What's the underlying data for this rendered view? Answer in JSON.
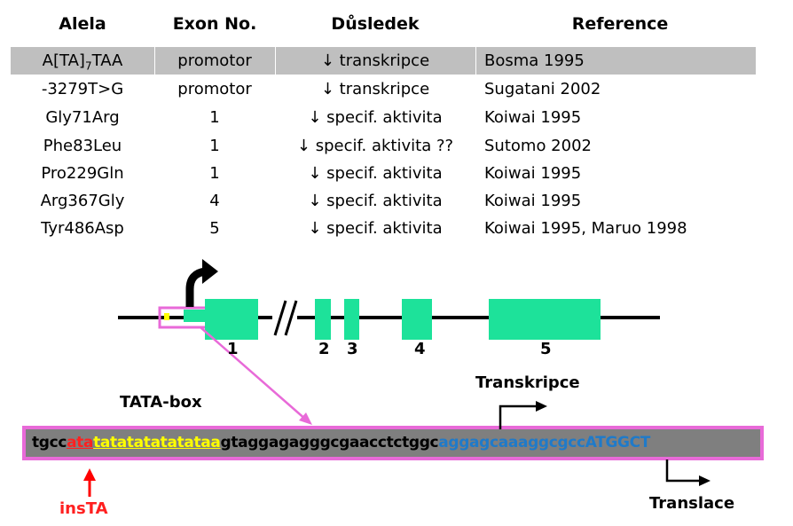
{
  "table": {
    "headers": [
      "Alela",
      "Exon No.",
      "Důsledek",
      "Reference"
    ],
    "rows": [
      {
        "allele_prefix": "A[TA]",
        "allele_sub": "7",
        "allele_suffix": "TAA",
        "exon": "promotor",
        "effect": "↓ transkripce",
        "reference": "Bosma  1995",
        "highlight": true
      },
      {
        "allele": "-3279T>G",
        "exon": "promotor",
        "effect": "↓ transkripce",
        "reference": "Sugatani 2002"
      },
      {
        "allele": "Gly71Arg",
        "exon": "1",
        "effect": "↓ specif. aktivita",
        "reference": "Koiwai  1995"
      },
      {
        "allele": "Phe83Leu",
        "exon": "1",
        "effect": "↓ specif. aktivita ??",
        "reference": "Sutomo 2002"
      },
      {
        "allele": "Pro229Gln",
        "exon": "1",
        "effect": "↓ specif. aktivita",
        "reference": "Koiwai  1995"
      },
      {
        "allele": "Arg367Gly",
        "exon": "4",
        "effect": "↓ specif. aktivita",
        "reference": "Koiwai  1995"
      },
      {
        "allele": "Tyr486Asp",
        "exon": "5",
        "effect": "↓ specif. aktivita",
        "reference": "Koiwai  1995, Maruo 1998"
      }
    ]
  },
  "gene": {
    "exon_labels": [
      "1",
      "2",
      "3",
      "4",
      "5"
    ],
    "colors": {
      "exon": "#1de29a",
      "line": "#000000",
      "zoom": "#e86ad8",
      "tata": "#ffff00",
      "arrow_red": "#ff0000"
    }
  },
  "labels": {
    "tata_box": "TATA-box",
    "transkripce": "Transkripce",
    "translace": "Translace",
    "instа": "insTA"
  },
  "sequence": {
    "part1": "tgcc",
    "red": "ata",
    "yellow": "tatatatatatataa",
    "part2": "gtaggagagggcgaacctctggc",
    "blue_lower": "aggagcaaaggcgcc",
    "blue_upper": "ATGGCT",
    "colors": {
      "box_bg": "#7f7f7f",
      "box_border": "#e86ad8",
      "black": "#000000",
      "red": "#ff2020",
      "yellow": "#ffff00",
      "blue": "#1f7ac9"
    }
  }
}
